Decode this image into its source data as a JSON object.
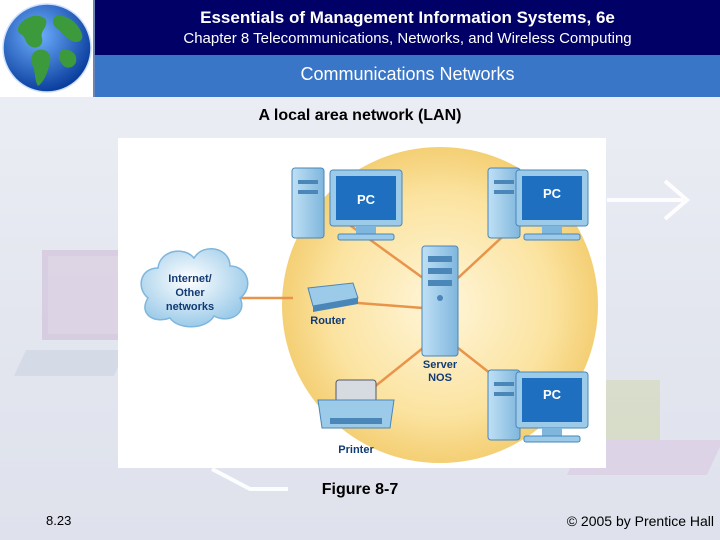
{
  "header": {
    "book_title": "Essentials of Management Information Systems, 6e",
    "chapter_title": "Chapter 8 Telecommunications, Networks, and Wireless Computing",
    "section_title": "Communications Networks"
  },
  "slide": {
    "subtitle": "A local area network (LAN)",
    "figure_caption": "Figure 8-7",
    "slide_number": "8.23",
    "copyright": "© 2005 by Prentice Hall"
  },
  "diagram": {
    "pc_label": "PC",
    "cloud_line1": "Internet/",
    "cloud_line2": "Other",
    "cloud_line3": "networks",
    "router_label": "Router",
    "server_line1": "Server",
    "server_line2": "NOS",
    "printer_label": "Printer"
  },
  "colors": {
    "header_dark": "#000066",
    "header_band": "#3a76c8",
    "halo": "#f6d98a",
    "link_line": "#e8944a",
    "device": "#9ccbe9",
    "device_dark": "#4a86b8",
    "screen": "#1f6fc0"
  }
}
